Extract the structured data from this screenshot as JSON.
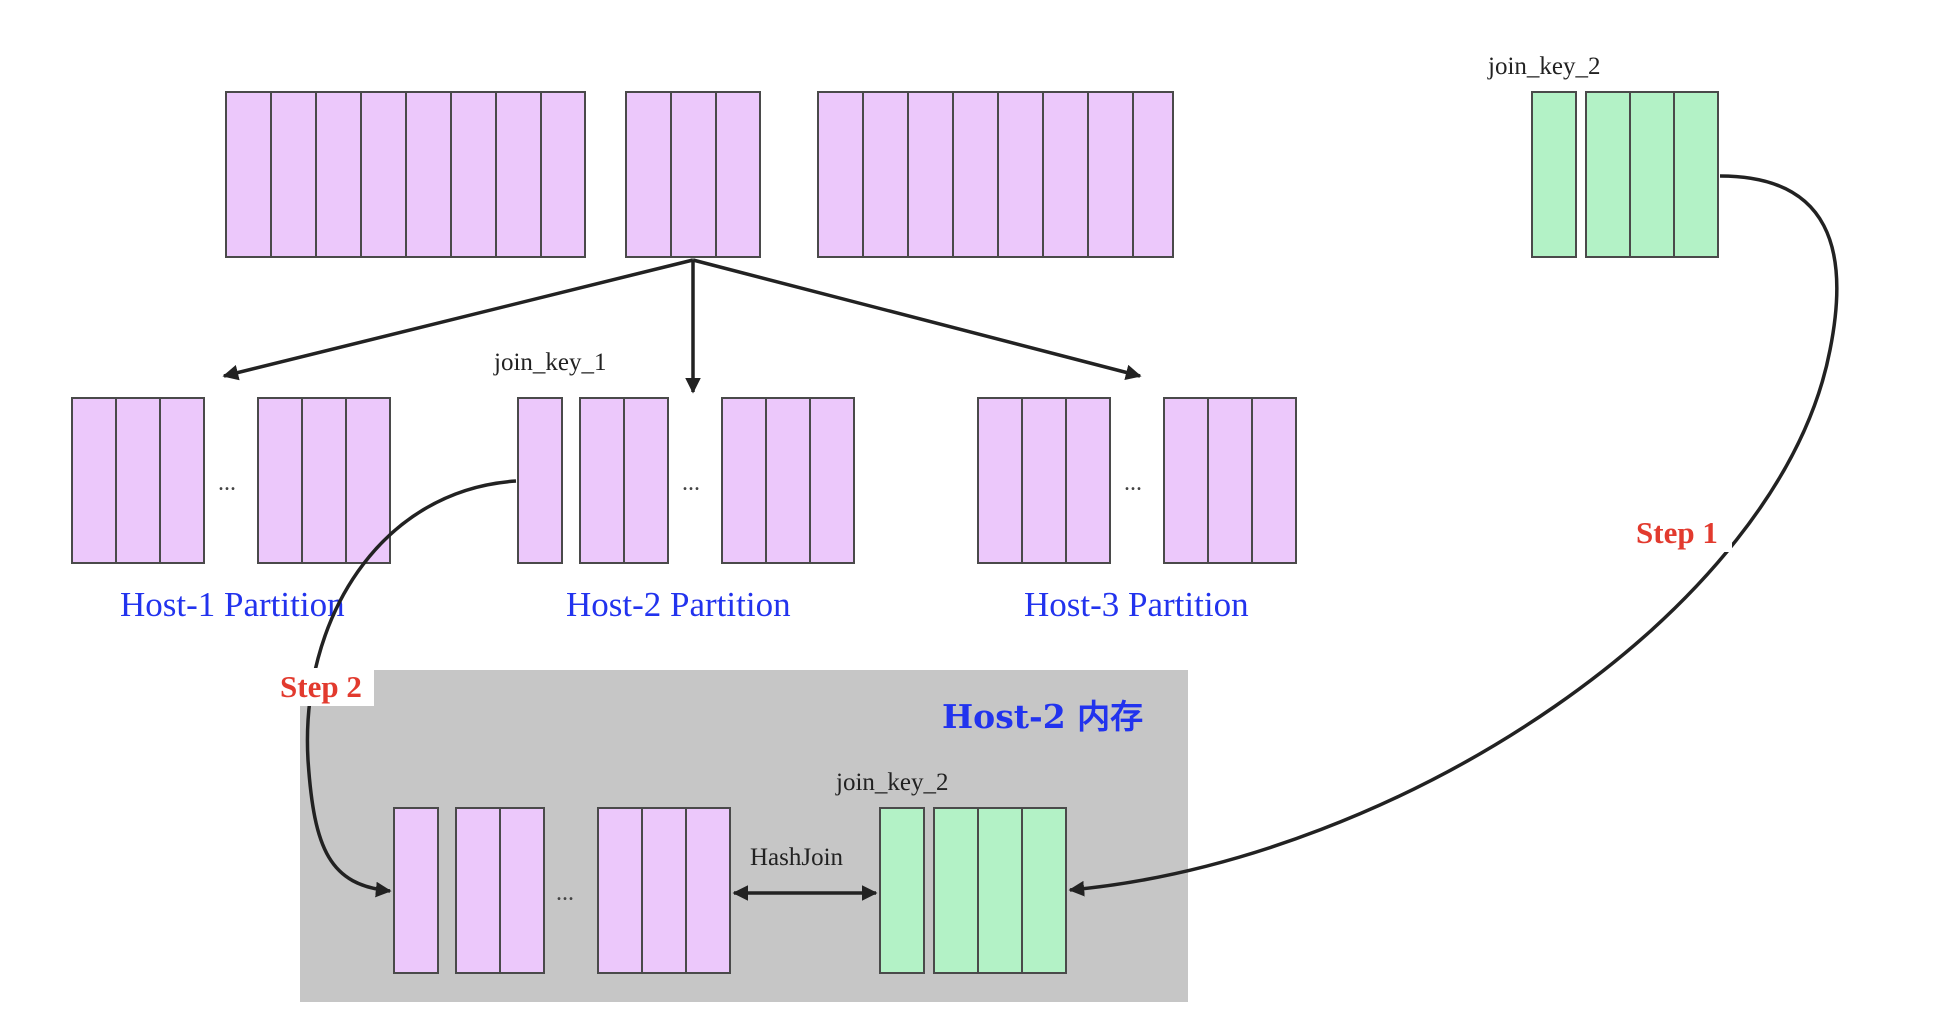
{
  "labels": {
    "top_join_key": "join_key_2",
    "host2_join_key": "join_key_1",
    "memory_join_key": "join_key_2",
    "hash_join": "HashJoin",
    "ellipsis": "..."
  },
  "partitions": {
    "host1": "Host-1 Partition",
    "host2": "Host-2 Partition",
    "host3": "Host-3 Partition"
  },
  "memory_box": {
    "title": "Host-2 内存"
  },
  "steps": {
    "step1": "Step 1",
    "step2": "Step 2"
  },
  "colors": {
    "pink_cell": "#ecc8fb",
    "green_cell": "#b3f2c6",
    "cell_border": "#4a4a4a",
    "memory_background": "#c6c6c6",
    "host_label": "#2233ee",
    "step_label": "#e23a2e",
    "edge": "#222222"
  }
}
